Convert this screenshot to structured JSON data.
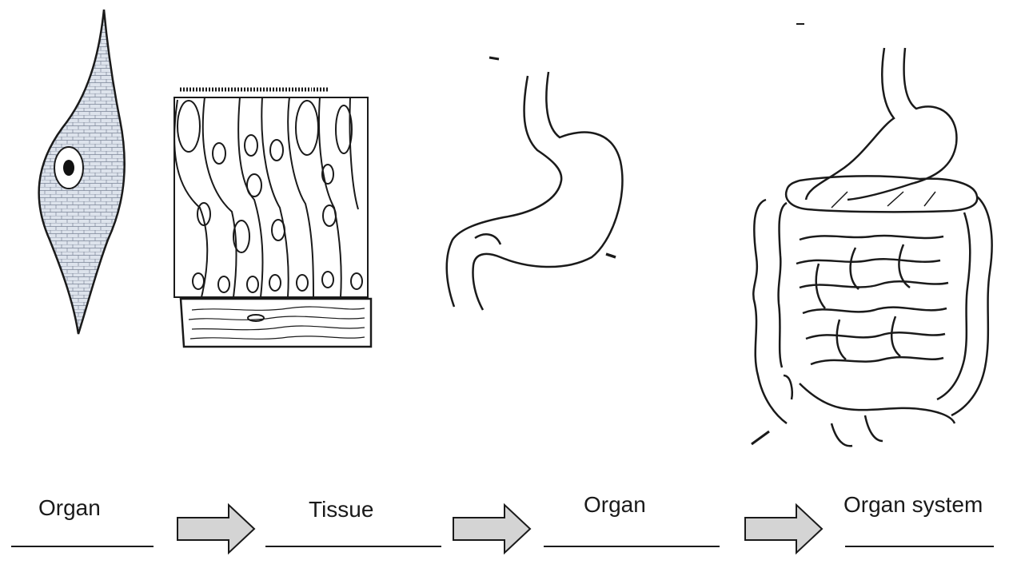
{
  "diagram": {
    "stages": [
      {
        "label": "Organ",
        "image": "muscle-cell-illustration"
      },
      {
        "label": "Tissue",
        "image": "epithelial-tissue-illustration"
      },
      {
        "label": "Organ",
        "image": "stomach-illustration"
      },
      {
        "label": "Organ system",
        "image": "digestive-system-illustration"
      }
    ],
    "connector_icon": "right-arrow-icon",
    "colors": {
      "ink": "#1a1a1a",
      "arrow_fill": "#d4d4d4",
      "cell_fill": "#dde3ec"
    }
  }
}
